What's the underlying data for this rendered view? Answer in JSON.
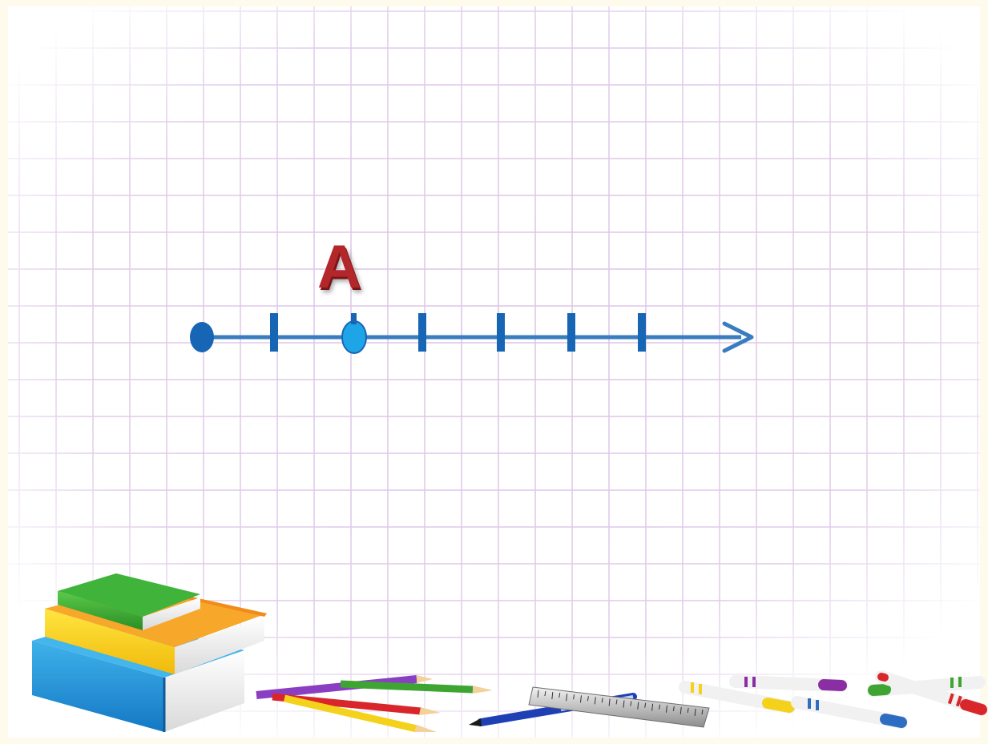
{
  "number_line": {
    "point_label": "A",
    "start_point_index": 0,
    "marked_point_index": 2,
    "tick_count": 7,
    "direction": "right"
  },
  "colors": {
    "background": "#fffbec",
    "grid_line": "#dcc3e6",
    "axis": "#3a7cc0",
    "tick": "#1766b6",
    "start_point": "#1766b6",
    "marked_point": "#1ea5e8",
    "label": "#b3262a"
  },
  "decorations": [
    "book-stack",
    "colored-pencils",
    "pen",
    "ruler",
    "markers"
  ]
}
